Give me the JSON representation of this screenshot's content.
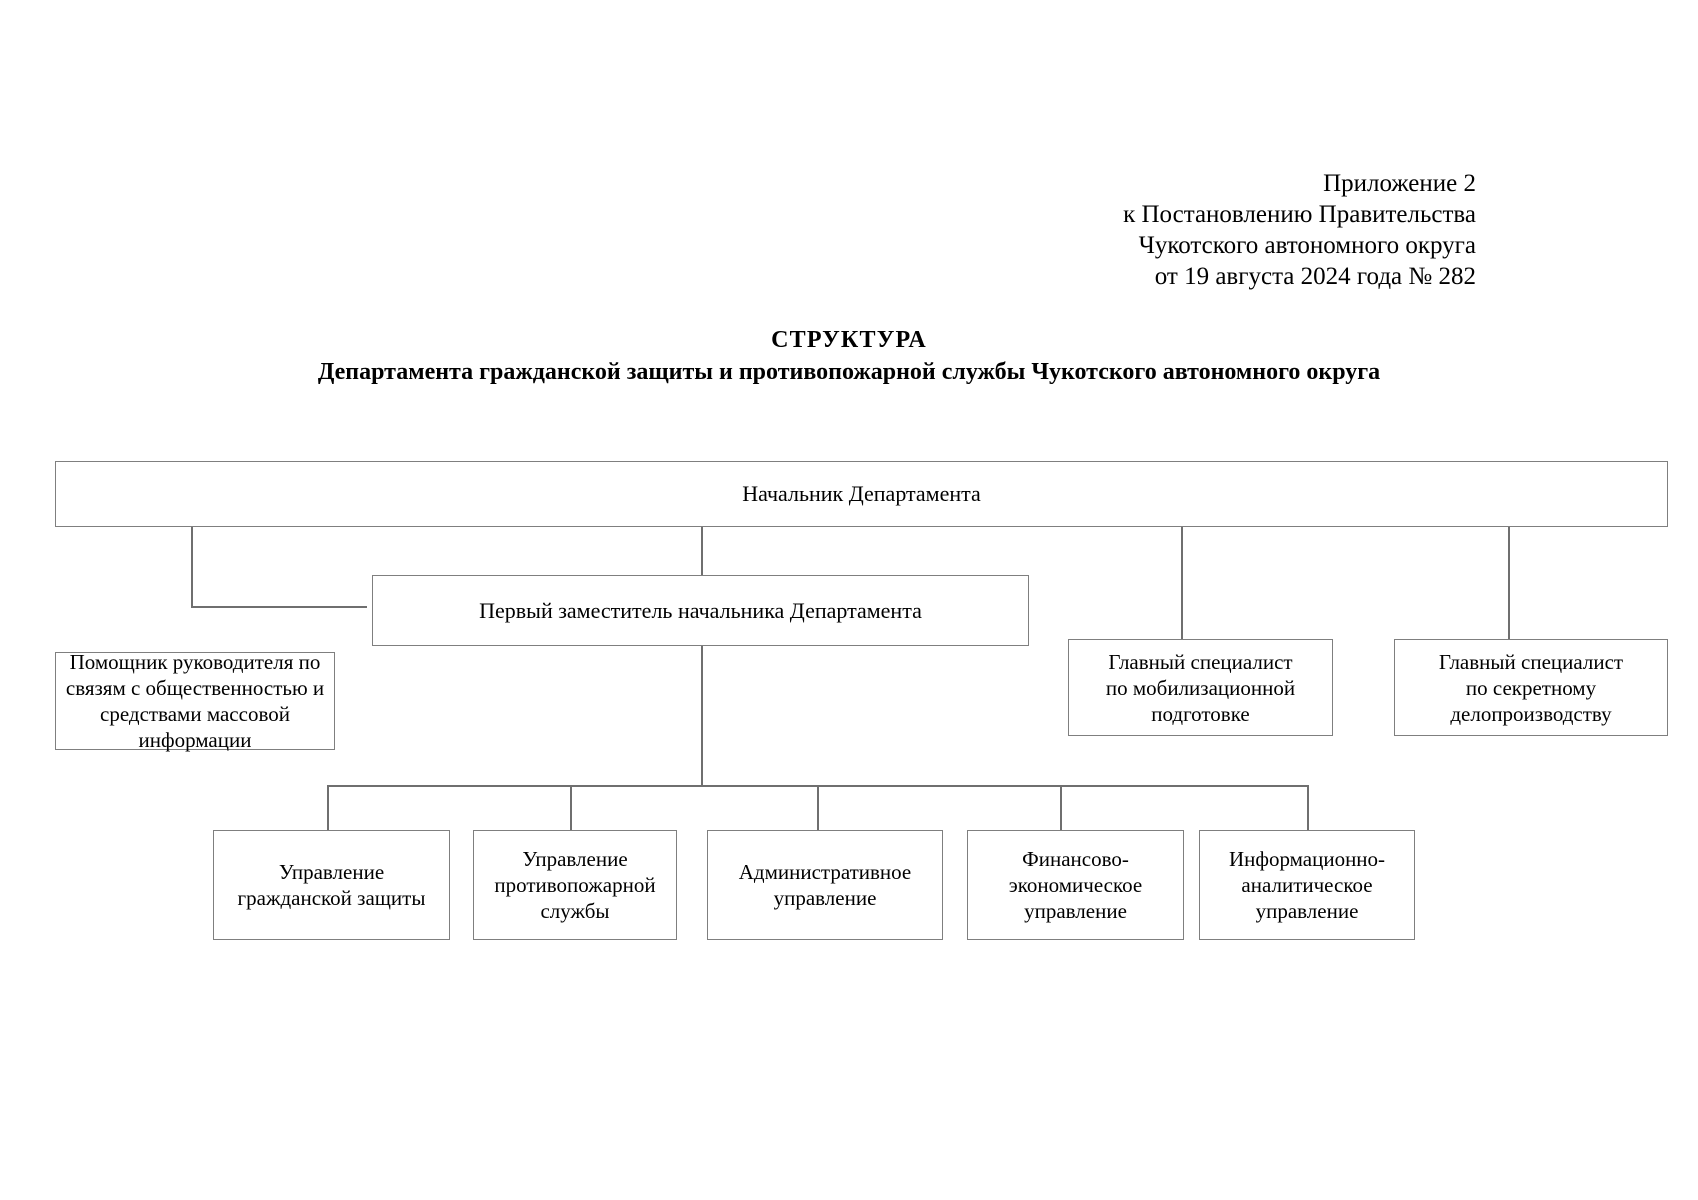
{
  "document": {
    "reference": [
      "Приложение 2",
      "к Постановлению Правительства",
      "Чукотского автономного округа",
      "от 19 августа 2024 года № 282"
    ],
    "title": "СТРУКТУРА",
    "subtitle": "Департамента гражданской защиты и противопожарной службы Чукотского автономного округа"
  },
  "chart_data": {
    "type": "diagram",
    "title": "СТРУКТУРА Департамента гражданской защиты и противопожарной службы Чукотского автономного округа",
    "orientation": "top-down-tree",
    "nodes": [
      {
        "id": "root",
        "label": "Начальник Департамента",
        "level": 0
      },
      {
        "id": "deputy",
        "label": "Первый заместитель начальника Департамента",
        "level": 1
      },
      {
        "id": "assistant",
        "label": "Помощник руководителя по\nсвязям с общественностью и\nсредствами массовой\nинформации",
        "level": 1
      },
      {
        "id": "mobil",
        "label": "Главный специалист\nпо мобилизационной\nподготовке",
        "level": 1
      },
      {
        "id": "secret",
        "label": "Главный специалист\nпо секретному\nделопроизводству",
        "level": 1
      },
      {
        "id": "civil",
        "label": "Управление\nгражданской защиты",
        "level": 2
      },
      {
        "id": "fire",
        "label": "Управление\nпротивопожарной\nслужбы",
        "level": 2
      },
      {
        "id": "admin",
        "label": "Административное\nуправление",
        "level": 2
      },
      {
        "id": "finance",
        "label": "Финансово-\nэкономическое\nуправление",
        "level": 2
      },
      {
        "id": "infoanalit",
        "label": "Информационно-\nаналитическое\nуправление",
        "level": 2
      }
    ],
    "edges": [
      {
        "from": "root",
        "to": "deputy"
      },
      {
        "from": "root",
        "to": "assistant"
      },
      {
        "from": "root",
        "to": "mobil"
      },
      {
        "from": "root",
        "to": "secret"
      },
      {
        "from": "deputy",
        "to": "civil"
      },
      {
        "from": "deputy",
        "to": "fire"
      },
      {
        "from": "deputy",
        "to": "admin"
      },
      {
        "from": "deputy",
        "to": "finance"
      },
      {
        "from": "deputy",
        "to": "infoanalit"
      }
    ],
    "colors": {
      "background": "#ffffff",
      "box_border": "#7f7f7f",
      "connector": "#6f6f6f",
      "text": "#000000"
    }
  }
}
